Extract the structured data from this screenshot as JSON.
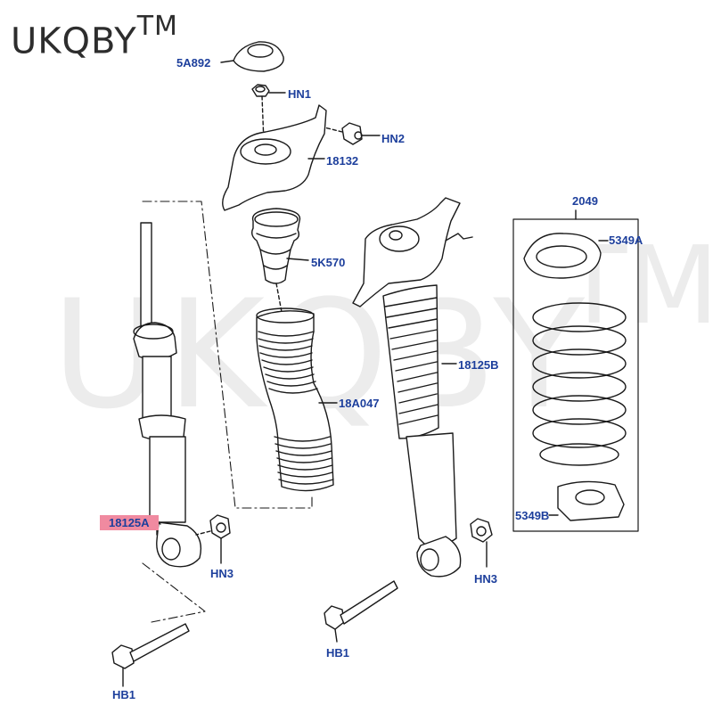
{
  "brand": {
    "name": "UKQBY",
    "tm": "TM"
  },
  "watermark": {
    "text": "UKQBY",
    "tm": "TM"
  },
  "labels": {
    "p5A892": "5A892",
    "hn1": "HN1",
    "hn2": "HN2",
    "p18132": "18132",
    "p5K570": "5K570",
    "p18A047": "18A047",
    "p18125B": "18125B",
    "p18125A": "18125A",
    "hn3_left": "HN3",
    "hn3_right": "HN3",
    "hb1_left": "HB1",
    "hb1_right": "HB1",
    "p2049": "2049",
    "p5349A": "5349A",
    "p5349B": "5349B"
  },
  "colors": {
    "label": "#1d3f9c",
    "highlight": "#f08aa0",
    "line": "#1a1a1a"
  }
}
